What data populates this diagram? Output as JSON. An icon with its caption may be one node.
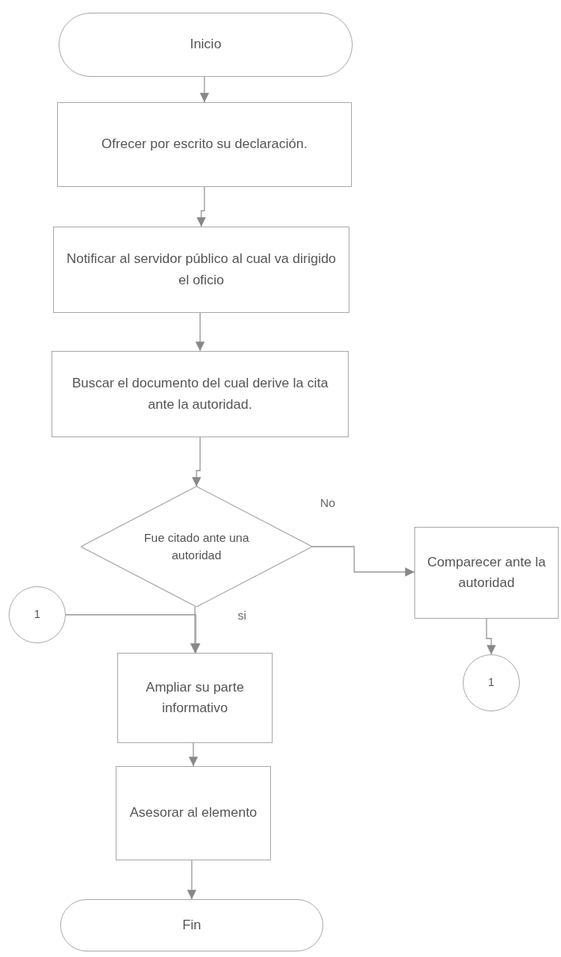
{
  "diagram": {
    "nodes": [
      {
        "text": [
          "Inicio"
        ]
      },
      {
        "text": [
          "Ofrecer por escrito su declaración."
        ]
      },
      {
        "text": [
          "Notificar al servidor público al cual va dirigido el oficio"
        ]
      },
      {
        "text": [
          "Buscar el documento del cual derive la cita ante la autoridad."
        ]
      },
      {
        "text": [
          "Fue citado ante una autoridad"
        ]
      },
      {
        "text": [
          "Comparecer ante la autoridad"
        ]
      },
      {
        "text": [
          "1"
        ]
      },
      {
        "text": [
          "Ampliar su parte informativo"
        ]
      },
      {
        "text": [
          "1"
        ]
      },
      {
        "text": [
          "Asesorar al elemento"
        ]
      },
      {
        "text": [
          "Fin"
        ]
      }
    ],
    "edges": [
      {
        "from": 0,
        "to": 1,
        "arrow": "to"
      },
      {
        "from": 1,
        "to": 2,
        "arrow": "to"
      },
      {
        "from": 2,
        "to": 3,
        "arrow": "to"
      },
      {
        "from": 3,
        "to": 4,
        "arrow": "to"
      },
      {
        "from": 4,
        "to": 5,
        "arrow": "to",
        "label": "No"
      },
      {
        "from": 4,
        "to": 7,
        "arrow": "to",
        "label": "si"
      },
      {
        "from": 6,
        "to": 7,
        "arrow": "to"
      },
      {
        "from": 5,
        "to": 8,
        "arrow": "to"
      },
      {
        "from": 7,
        "to": 9,
        "arrow": "to"
      },
      {
        "from": 9,
        "to": 10,
        "arrow": "to"
      }
    ]
  }
}
